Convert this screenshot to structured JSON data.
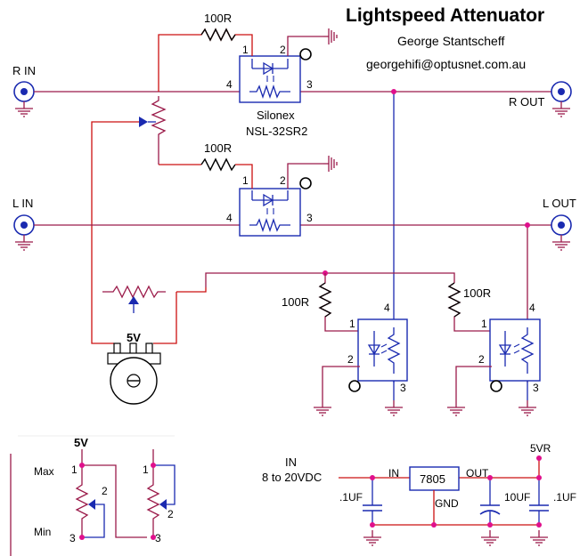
{
  "title": "Lightspeed Attenuator",
  "author": "George Stantscheff",
  "email": "georgehifi@optusnet.com.au",
  "labels": {
    "r_in": "R IN",
    "l_in": "L IN",
    "r_out": "R  OUT",
    "l_out": "L OUT",
    "res_100r": "100R",
    "silonex_1": "Silonex",
    "silonex_2": "NSL-32SR2",
    "pin1": "1",
    "pin2": "2",
    "pin3": "3",
    "pin4": "4",
    "five_v": "5V",
    "max": "Max",
    "min": "Min",
    "in_1": "IN",
    "in_2": "8 to 20VDC",
    "reg_in": "IN",
    "reg_out": "OUT",
    "reg_gnd": "GND",
    "reg_name": "7805",
    "cap_1uf": ".1UF",
    "cap_10uf": "10UF",
    "five_vr": "5VR"
  },
  "colors": {
    "signal": "#9b1b4a",
    "red_wire": "#cc1111",
    "component": "#1a2ab0",
    "ground": "#9b1b4a",
    "node": "#e0108c"
  }
}
